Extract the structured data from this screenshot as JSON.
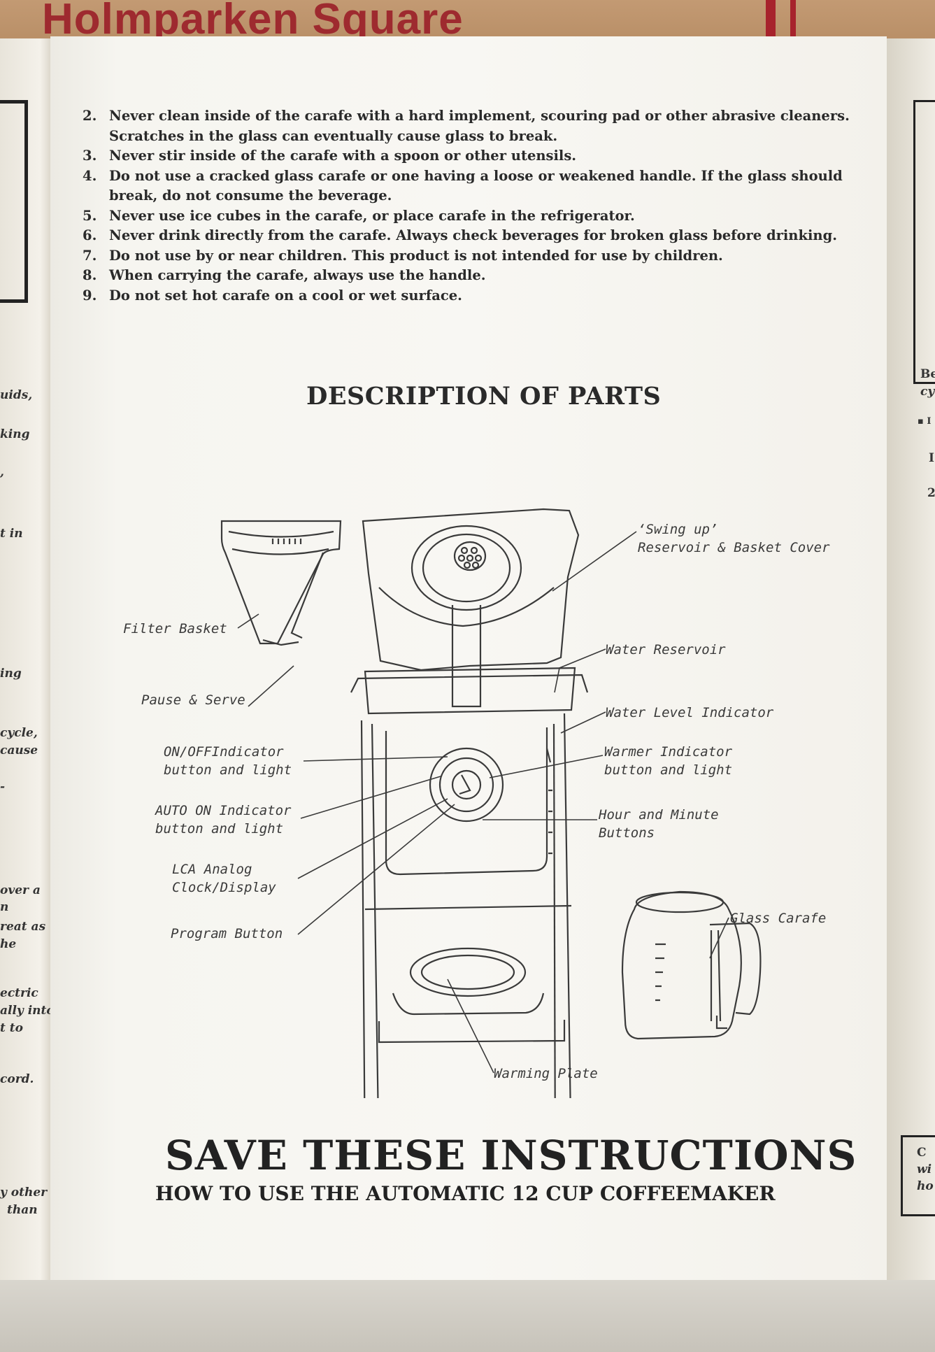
{
  "box": {
    "text": "Holmparken Square"
  },
  "left_fragments": [
    "uids,",
    "king",
    ",",
    "t in",
    "ing",
    "cycle,",
    "cause",
    "-",
    "over a",
    "n",
    "reat as",
    "he",
    "ectric",
    "ally into",
    "t to",
    "cord.",
    "y other",
    "than"
  ],
  "right_fragments": [
    "Be",
    "cy",
    "▪ I",
    "I",
    "2",
    "C",
    "wi",
    "ho"
  ],
  "warnings": [
    {
      "num": "2.",
      "text": "Never clean inside of the carafe with a hard implement, scouring pad or other abrasive cleaners. Scratches in the glass can eventually cause glass to break."
    },
    {
      "num": "3.",
      "text": "Never stir inside of the carafe with a spoon or other utensils."
    },
    {
      "num": "4.",
      "text": "Do not use a cracked glass carafe or one having a loose or weakened handle. If the glass should break, do not consume the beverage."
    },
    {
      "num": "5.",
      "text": "Never use ice cubes in the carafe, or place carafe in the refrigerator."
    },
    {
      "num": "6.",
      "text": "Never drink directly from the carafe. Always check beverages for broken glass before drinking."
    },
    {
      "num": "7.",
      "text": "Do not use by or near children. This product is not intended for use by children."
    },
    {
      "num": "8.",
      "text": "When carrying the carafe, always use the handle."
    },
    {
      "num": "9.",
      "text": "Do not set hot carafe on a cool or wet surface."
    }
  ],
  "heading": "DESCRIPTION OF PARTS",
  "parts": {
    "swing_up": "‘Swing up’\nReservoir & Basket Cover",
    "filter_basket": "Filter Basket",
    "water_reservoir": "Water Reservoir",
    "pause_serve": "Pause & Serve",
    "water_level": "Water Level Indicator",
    "onoff": "ON/OFFIndicator\nbutton and light",
    "warmer": "Warmer Indicator\nbutton and light",
    "auto_on": "AUTO ON Indicator\nbutton and light",
    "hour_minute": "Hour and Minute\nButtons",
    "lca_clock": "LCA Analog\nClock/Display",
    "glass_carafe": "Glass Carafe",
    "program_button": "Program Button",
    "warming_plate": "Warming Plate"
  },
  "save_title": "SAVE THESE INSTRUCTIONS",
  "howto_title": "HOW TO USE THE AUTOMATIC 12 CUP COFFEEMAKER"
}
